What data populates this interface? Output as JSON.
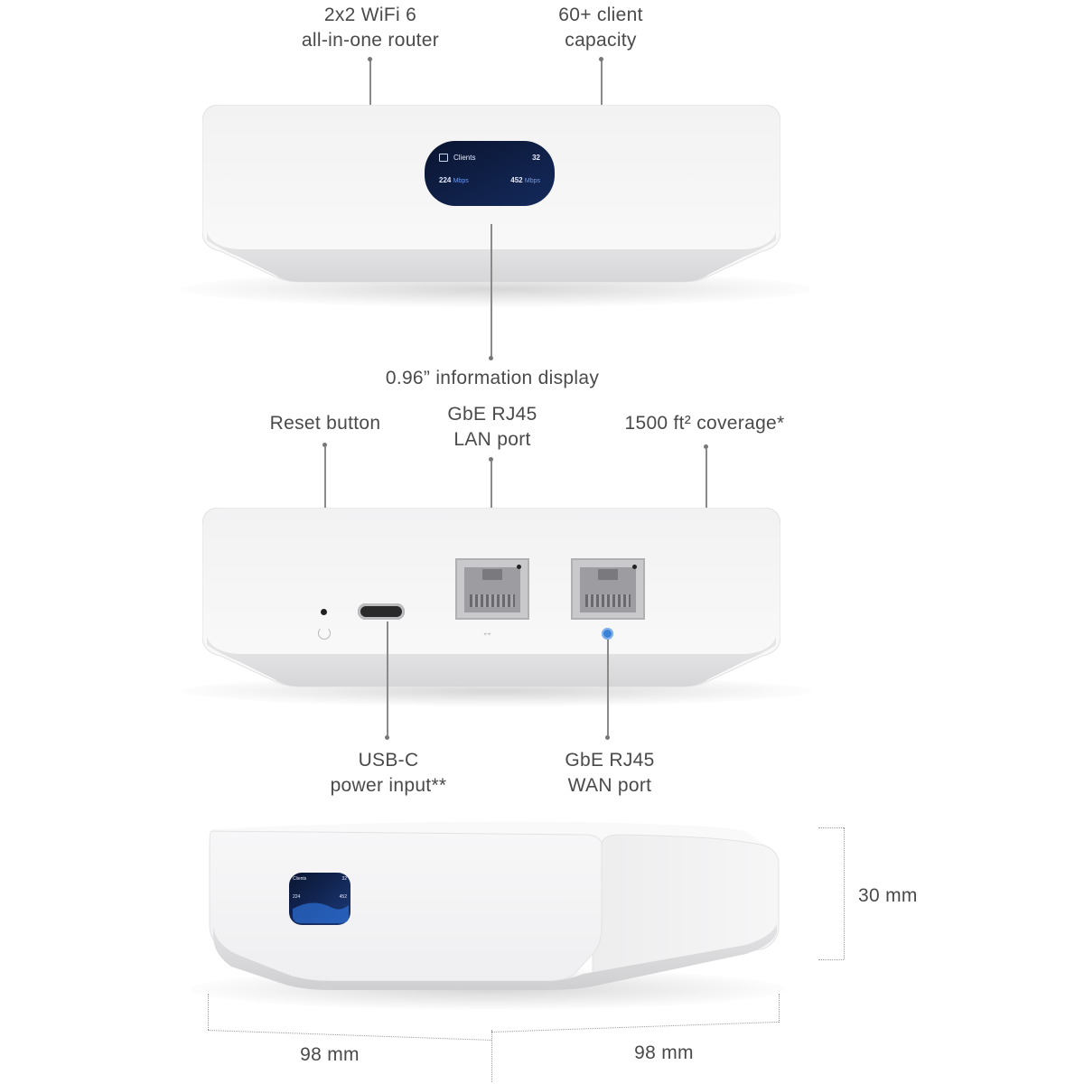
{
  "labels": {
    "wifi": [
      "2x2 WiFi 6",
      "all-in-one router"
    ],
    "client": [
      "60+ client",
      "capacity"
    ],
    "display": "0.96” information display",
    "reset": "Reset button",
    "lan": [
      "GbE RJ45",
      "LAN port"
    ],
    "coverage": "1500 ft² coverage*",
    "usbc": [
      "USB-C",
      "power input**"
    ],
    "wan": [
      "GbE RJ45",
      "WAN port"
    ],
    "height": "30 mm",
    "width_left": "98 mm",
    "width_right": "98 mm"
  },
  "screen": {
    "title": "Clients",
    "count": "32",
    "down_value": "224",
    "down_unit": "Mbps",
    "up_value": "452",
    "up_unit": "Mbps"
  },
  "colors": {
    "body": "#f7f7f8",
    "screen_bg": "#0d1a3a",
    "screen_accent": "#2c6fd6",
    "wan_icon": "#3b82d6"
  },
  "icons": {
    "reset": "reset-icon",
    "lan": "lan-arrows-icon",
    "wan": "globe-icon",
    "clients": "clients-icon"
  }
}
